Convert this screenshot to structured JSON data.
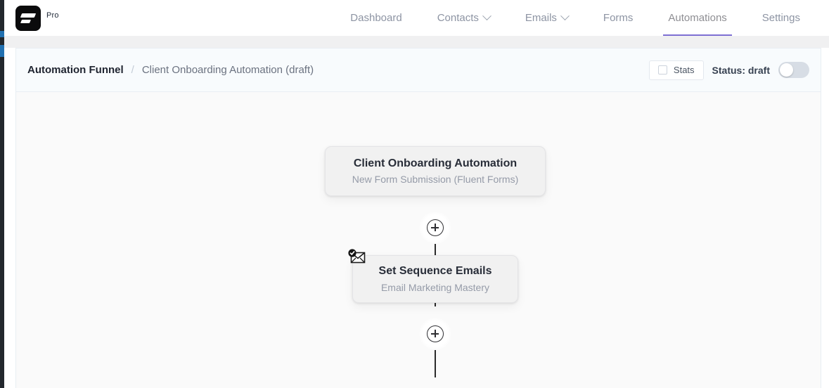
{
  "brand": {
    "logo_icon": "fluent-logo-icon",
    "plan_label": "Pro"
  },
  "nav": {
    "items": [
      {
        "label": "Dashboard",
        "has_caret": false,
        "active": false
      },
      {
        "label": "Contacts",
        "has_caret": true,
        "active": false
      },
      {
        "label": "Emails",
        "has_caret": true,
        "active": false
      },
      {
        "label": "Forms",
        "has_caret": false,
        "active": false
      },
      {
        "label": "Automations",
        "has_caret": false,
        "active": true
      },
      {
        "label": "Settings",
        "has_caret": false,
        "active": false
      }
    ],
    "active_underline_color": "#7e6fd3"
  },
  "toolbar": {
    "breadcrumb_root": "Automation Funnel",
    "breadcrumb_separator": "/",
    "breadcrumb_current": "Client Onboarding Automation (draft)",
    "stats_label": "Stats",
    "stats_icon": "chart-square-icon",
    "status_label": "Status: draft",
    "status_toggle_on": false
  },
  "canvas": {
    "nodes": [
      {
        "id": "trigger",
        "title": "Client Onboarding Automation",
        "subtitle": "New Form Submission (Fluent Forms)",
        "icon": null
      },
      {
        "id": "action",
        "title": "Set Sequence Emails",
        "subtitle": "Email Marketing Mastery",
        "icon": "email-sequence-check-icon"
      }
    ],
    "add_buttons": [
      {
        "id": "add-step-1",
        "icon": "plus-circle-icon"
      },
      {
        "id": "add-step-2",
        "icon": "plus-circle-icon"
      }
    ]
  }
}
